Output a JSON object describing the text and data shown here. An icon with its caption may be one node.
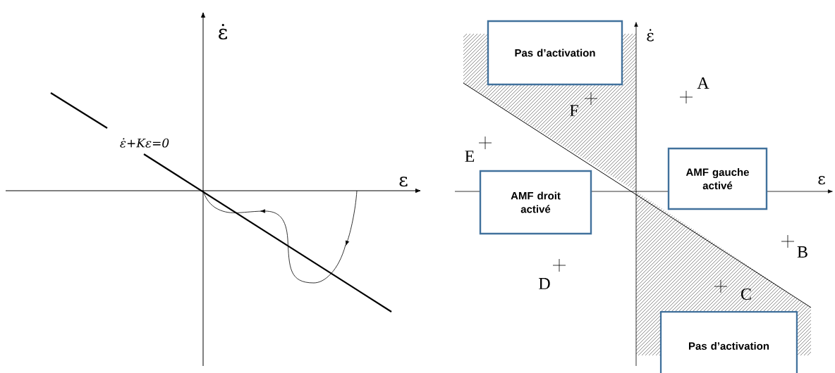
{
  "diagram": {
    "nodes": [
      {
        "text": [
          "Pas d’activation"
        ]
      },
      {
        "text": [
          "AMF gauche activé"
        ]
      },
      {
        "text": [
          "AMF droit activé"
        ]
      },
      {
        "text": [
          "Pas d’activation"
        ]
      }
    ],
    "labels": [
      "ε̇",
      "ε̇+Kε=0",
      "ε",
      "ε̇",
      "A",
      "F",
      "E",
      "ε",
      "B",
      "D",
      "C"
    ]
  }
}
